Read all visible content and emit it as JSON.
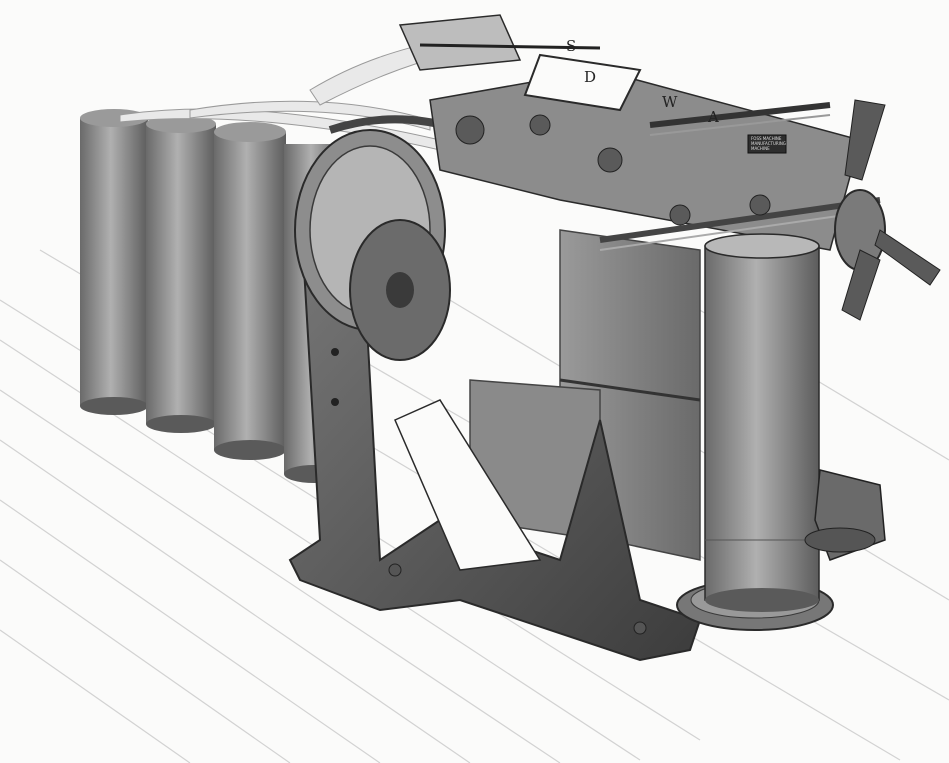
{
  "labels": {
    "s": "S",
    "d": "D",
    "w": "W",
    "a": "A"
  },
  "nameplate": [
    "FOSS MACHINE",
    "MANUFACTURING",
    "MACHINE"
  ],
  "colors": {
    "paper": "#fbfbfa",
    "metal_dark": "#3f3f3f",
    "metal_mid": "#6e6e6e",
    "metal_light": "#a9a9a9",
    "can": "#8c8c8c",
    "floor_line": "#cfcfcf"
  }
}
